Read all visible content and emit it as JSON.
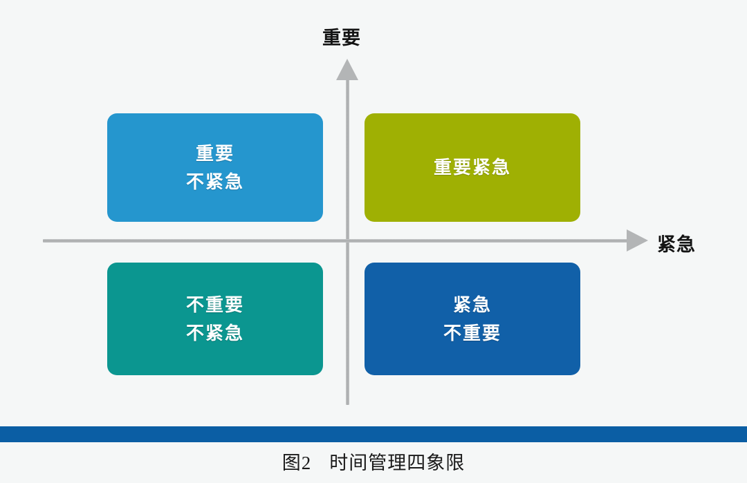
{
  "figure": {
    "background_color": "#f5f7f7",
    "axes": {
      "vertical_label": "重要",
      "horizontal_label": "紧急",
      "axis_color": "#aaacad",
      "arrow_color": "#b3b5b6"
    },
    "quadrants": [
      {
        "id": "top-left",
        "position": "important-not-urgent",
        "lines": [
          "重要",
          "不紧急"
        ],
        "color": "#2596ce"
      },
      {
        "id": "top-right",
        "position": "important-urgent",
        "lines": [
          "重要紧急"
        ],
        "color": "#9fb003"
      },
      {
        "id": "bottom-left",
        "position": "not-important-not-urgent",
        "lines": [
          "不重要",
          "不紧急"
        ],
        "color": "#0b9690"
      },
      {
        "id": "bottom-right",
        "position": "urgent-not-important",
        "lines": [
          "紧急",
          "不重要"
        ],
        "color": "#1160a8"
      }
    ]
  },
  "footer": {
    "rule_color": "#0b5ea4",
    "caption_number": "图2",
    "caption_text": "时间管理四象限"
  }
}
